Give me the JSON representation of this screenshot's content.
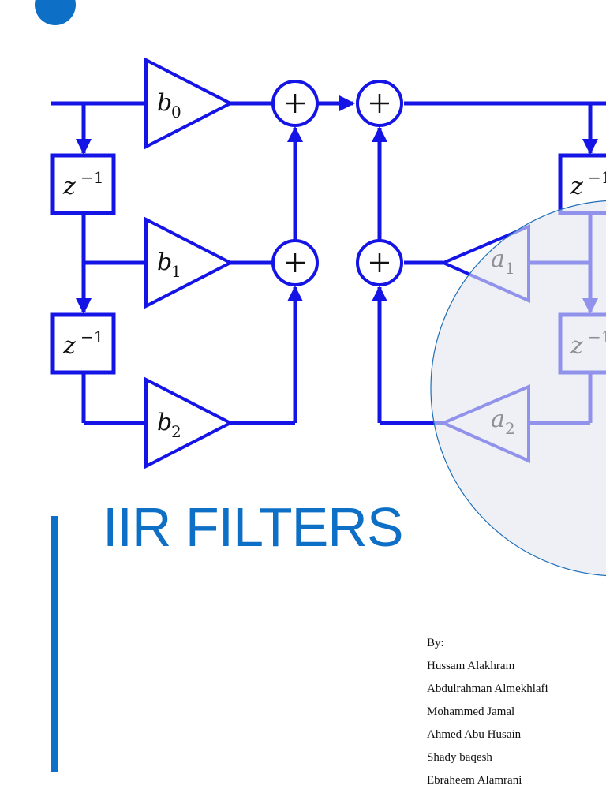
{
  "accent_color": "#0d6fc5",
  "diagram_color": "#1414e6",
  "overlay_color": "#e3e6ee",
  "diagram": {
    "gains": [
      {
        "symbol": "b",
        "index": "0"
      },
      {
        "symbol": "b",
        "index": "1"
      },
      {
        "symbol": "b",
        "index": "2"
      },
      {
        "symbol": "a",
        "index": "1"
      },
      {
        "symbol": "a",
        "index": "2"
      }
    ],
    "delay": {
      "symbol": "z",
      "exponent": "−1"
    },
    "adder_symbol": "+"
  },
  "title": "IIR FILTERS",
  "credits": {
    "heading": "By:",
    "authors": [
      "Hussam Alakhram",
      "Abdulrahman Almekhlafi",
      "Mohammed Jamal",
      "Ahmed Abu Husain",
      "Shady baqesh",
      "Ebraheem Alamrani"
    ]
  }
}
